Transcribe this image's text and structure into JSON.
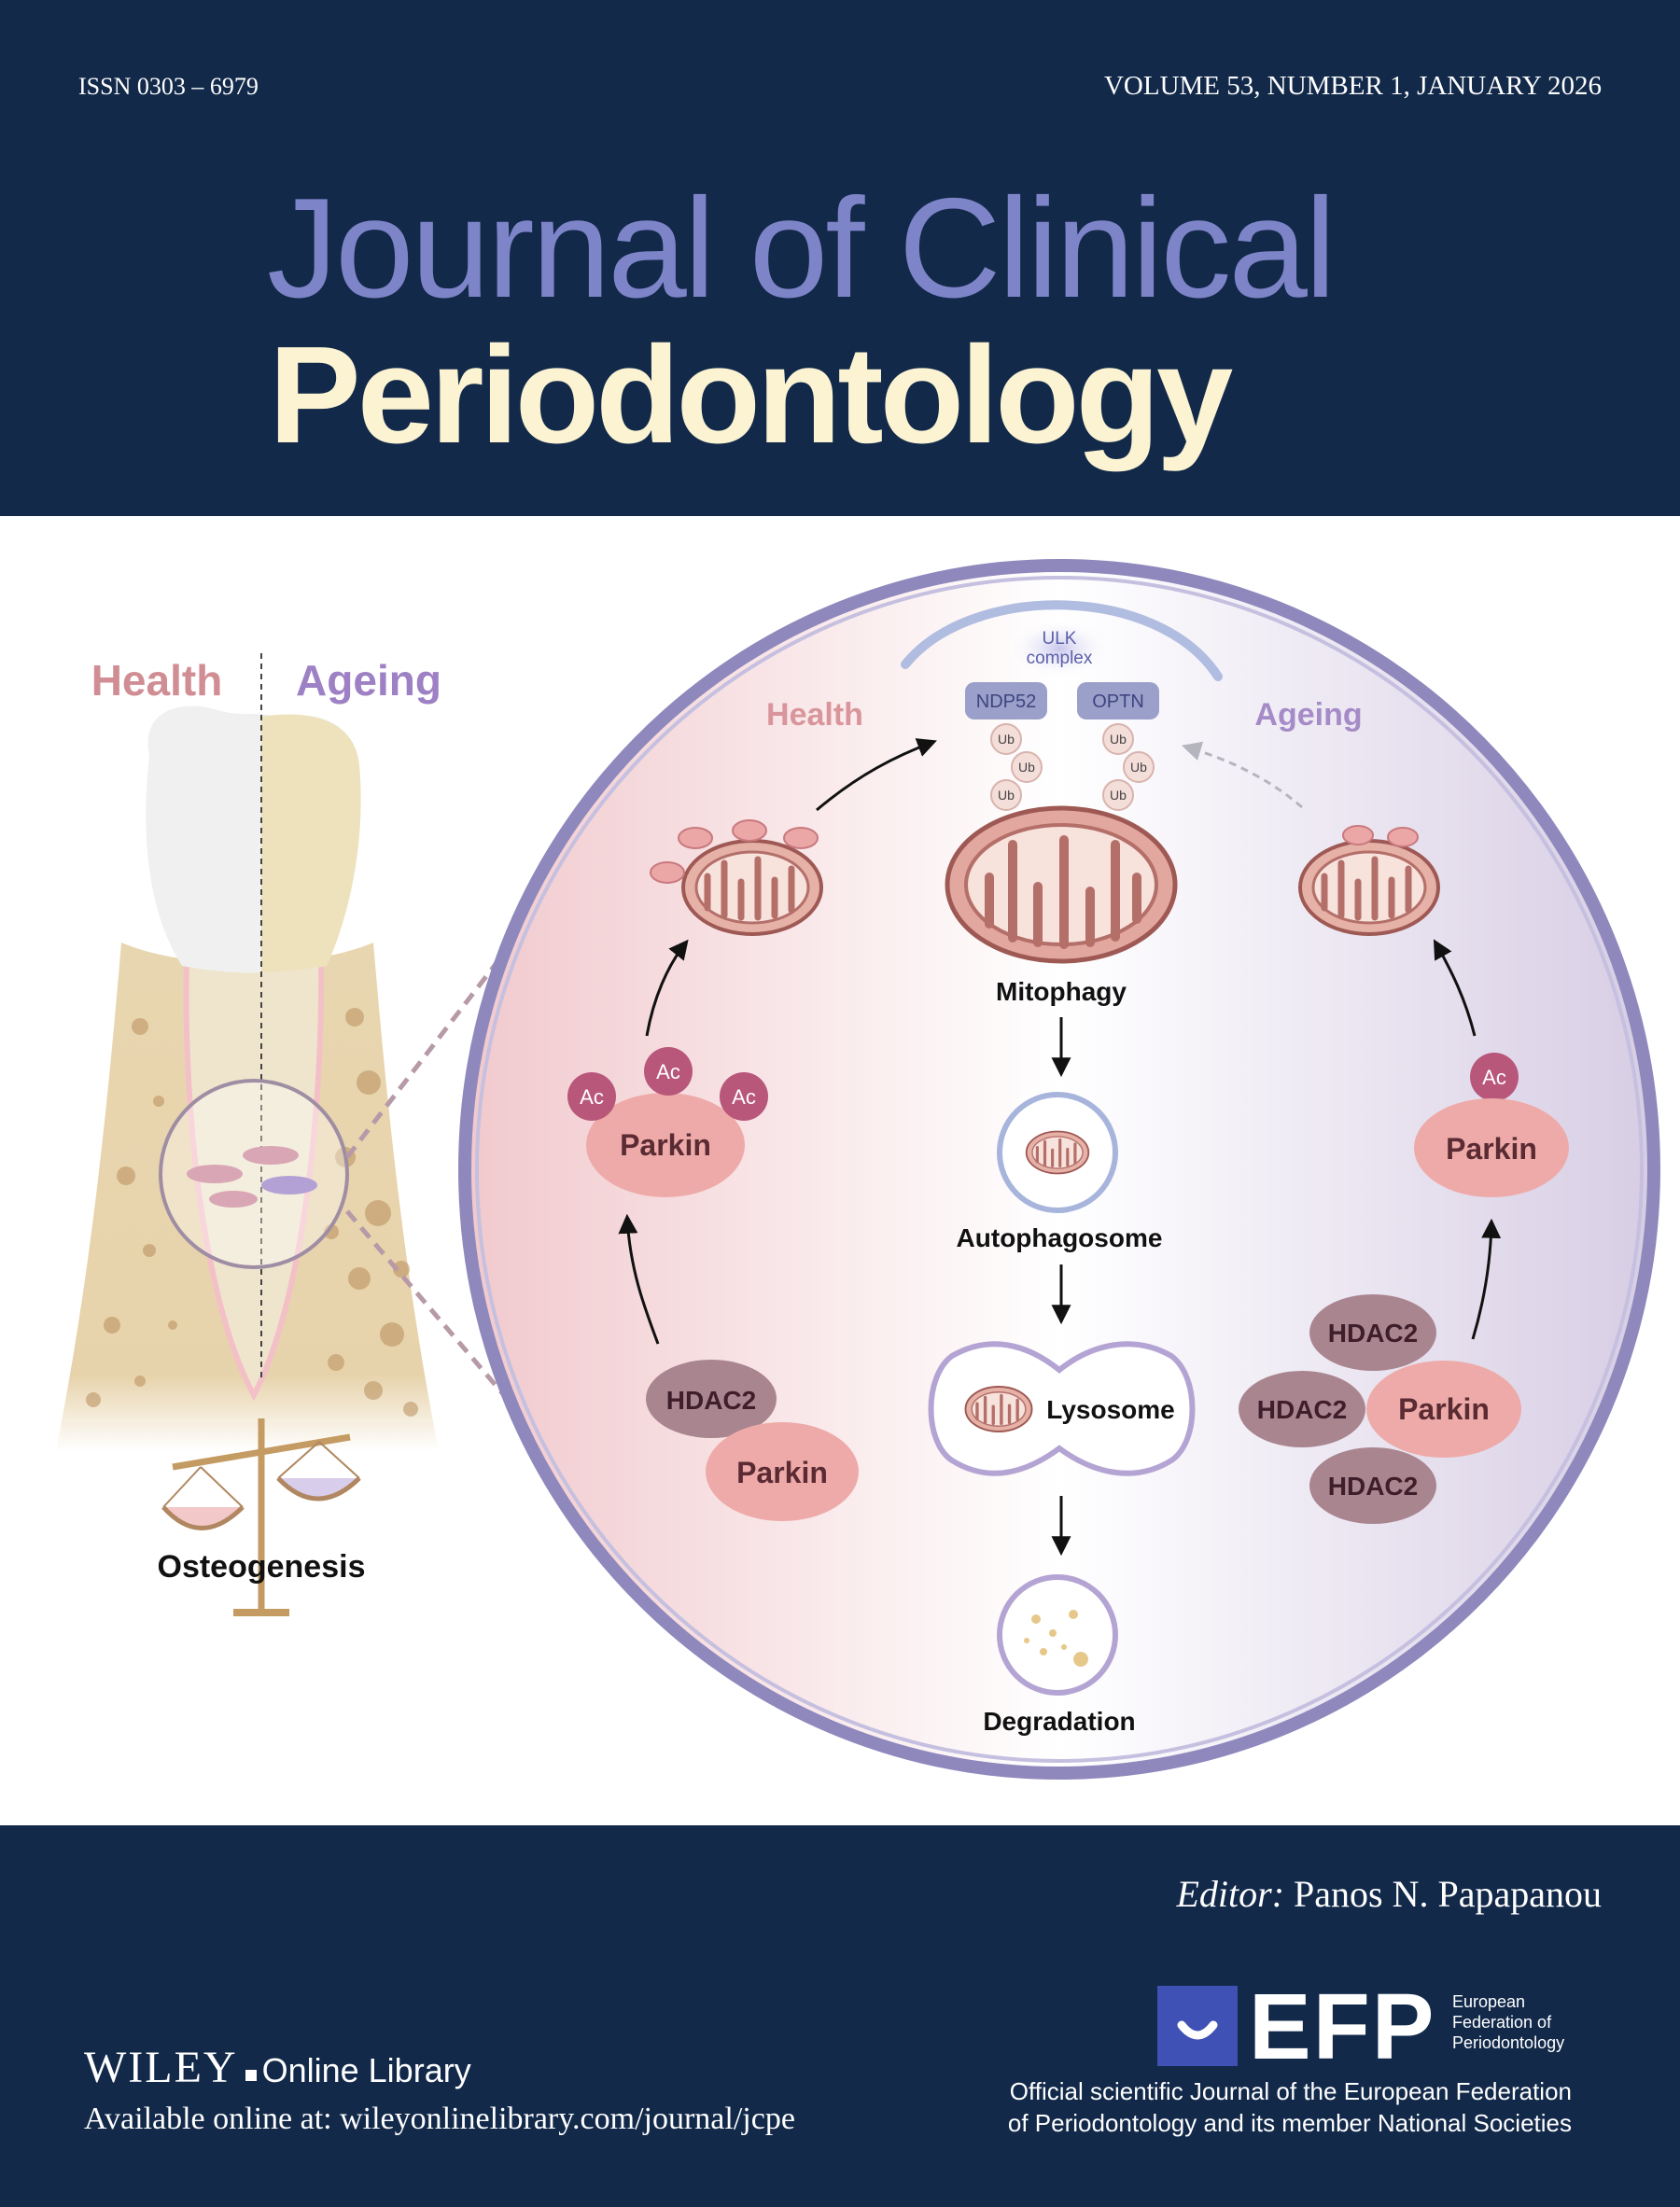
{
  "header": {
    "issn": "ISSN 0303 – 6979",
    "volume": "VOLUME 53, NUMBER 1, JANUARY 2026",
    "title_line1": "Journal of Clinical",
    "title_line2": "Periodontology"
  },
  "illustration": {
    "tooth_health": "Health",
    "tooth_ageing": "Ageing",
    "osteogenesis": "Osteogenesis",
    "health": "Health",
    "ageing": "Ageing",
    "ulk": "ULK",
    "complex": "complex",
    "ndp52": "NDP52",
    "optn": "OPTN",
    "ub": "Ub",
    "mitophagy": "Mitophagy",
    "autophagosome": "Autophagosome",
    "lysosome": "Lysosome",
    "degradation": "Degradation",
    "parkin": "Parkin",
    "hdac2": "HDAC2",
    "ac": "Ac",
    "colors": {
      "health_pink": "#c98a8f",
      "ageing_purple": "#9b7fbf",
      "ring": "#8f88bd",
      "parkin": "#eeaaa8",
      "hdac2": "#a98590",
      "ac": "#b8577a",
      "mito_outer": "#e6b1a7",
      "mito_stroke": "#9e5954"
    }
  },
  "footer": {
    "editor_label": "Editor:",
    "editor_name": "Panos N. Papapanou",
    "wiley": "WILEY",
    "online_library": "Online Library",
    "available": "Available online at: wileyonlinelibrary.com/journal/jcpe",
    "efp": "EFP",
    "efp_line1": "European",
    "efp_line2": "Federation of",
    "efp_line3": "Periodontology",
    "official_line1": "Official scientific Journal of the European Federation",
    "official_line2": "of Periodontology and its member National Societies"
  }
}
